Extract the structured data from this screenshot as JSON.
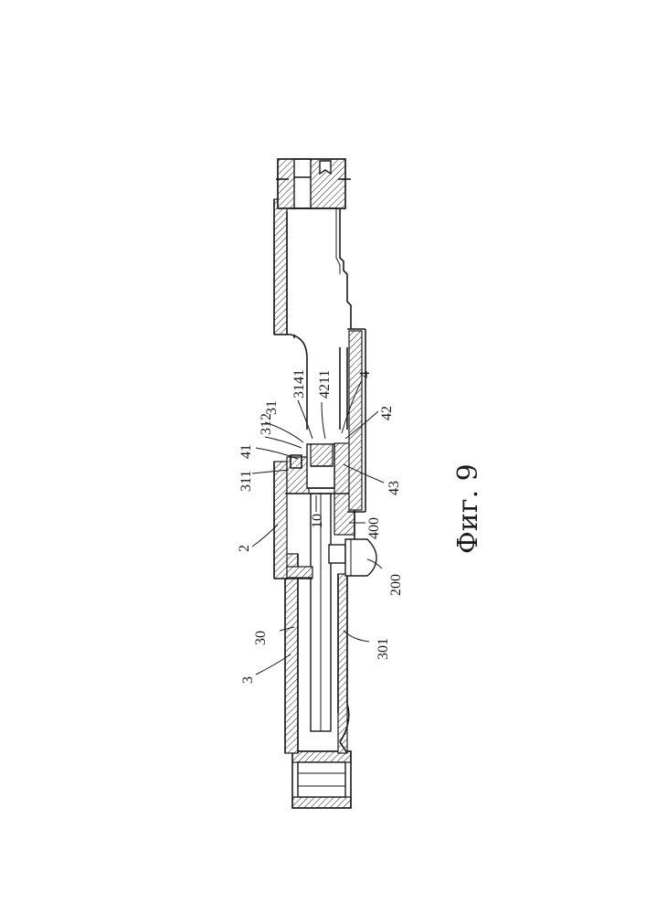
{
  "figure": {
    "caption": "Фиг. 9",
    "labels": {
      "l3": "3",
      "l30": "30",
      "l301": "301",
      "l2": "2",
      "l200": "200",
      "l400": "400",
      "l10": "10",
      "l311": "311",
      "l41": "41",
      "l312": "312",
      "l31": "31",
      "l3141": "3141",
      "l4211": "4211",
      "l4": "4",
      "l42": "42",
      "l43": "43"
    }
  }
}
